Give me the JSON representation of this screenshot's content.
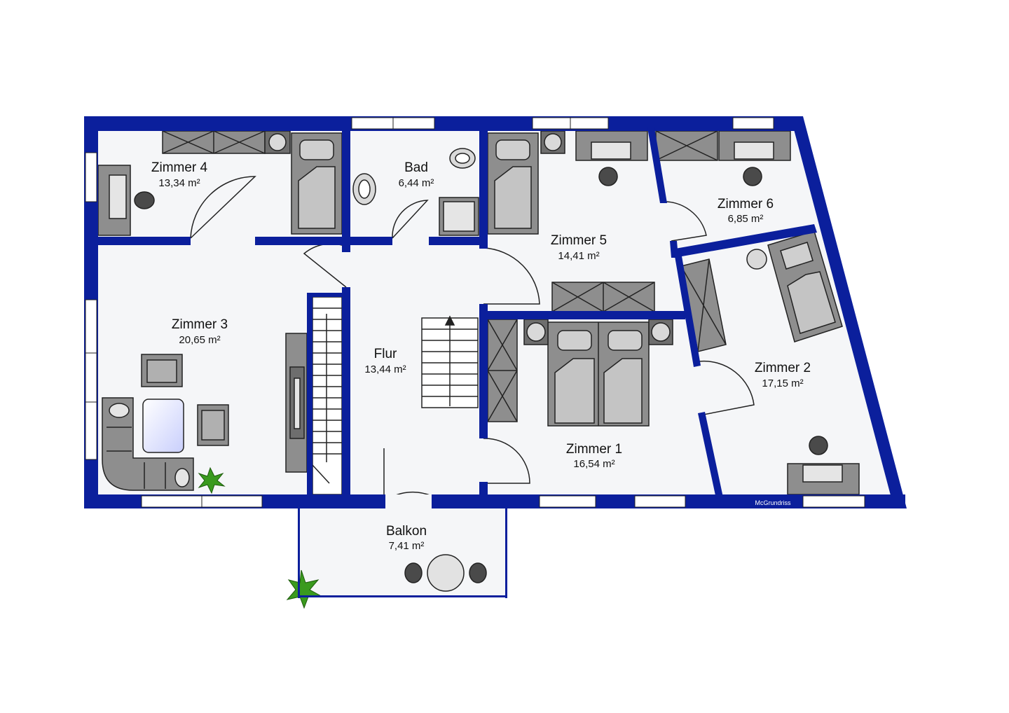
{
  "colors": {
    "wall": "#0b1f9c",
    "floor": "#f5f6f8",
    "furniture": "#8e8e8e",
    "furniture_dark": "#4a4a4a",
    "window": "#ffffff",
    "glass": "#dfe3ff",
    "plant": "#3a9a1e"
  },
  "rooms": [
    {
      "id": "zimmer4",
      "name": "Zimmer 4",
      "area": "13,34 m²"
    },
    {
      "id": "bad",
      "name": "Bad",
      "area": "6,44 m²"
    },
    {
      "id": "zimmer5",
      "name": "Zimmer 5",
      "area": "14,41 m²"
    },
    {
      "id": "zimmer6",
      "name": "Zimmer 6",
      "area": "6,85 m²"
    },
    {
      "id": "zimmer3",
      "name": "Zimmer 3",
      "area": "20,65 m²"
    },
    {
      "id": "flur",
      "name": "Flur",
      "area": "13,44 m²"
    },
    {
      "id": "zimmer2",
      "name": "Zimmer 2",
      "area": "17,15 m²"
    },
    {
      "id": "zimmer1",
      "name": "Zimmer 1",
      "area": "16,54 m²"
    },
    {
      "id": "balkon",
      "name": "Balkon",
      "area": "7,41 m²"
    }
  ],
  "credit": "McGrundriss"
}
